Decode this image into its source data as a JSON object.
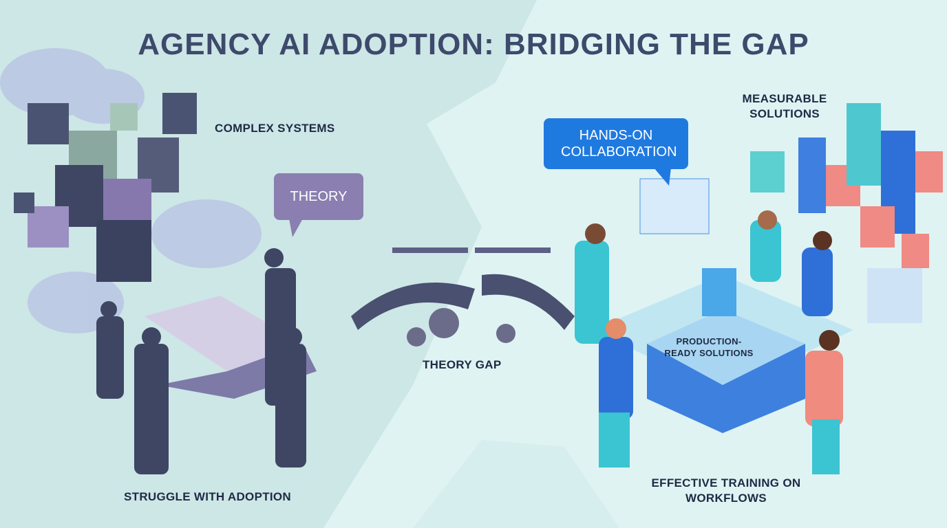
{
  "title": "AGENCY AI ADOPTION: BRIDGING THE GAP",
  "left": {
    "complex_systems": "COMPLEX SYSTEMS",
    "theory_bubble": "THEORY",
    "struggle": "STRUGGLE WITH ADOPTION"
  },
  "center": {
    "theory_gap": "THEORY GAP"
  },
  "right": {
    "hands_on": "HANDS-ON COLLABORATION",
    "measurable": "MEASURABLE SOLUTIONS",
    "production_ready": "PRODUCTION-READY SOLUTIONS",
    "effective_training": "EFFECTIVE TRAINING ON WORKFLOWS"
  },
  "colors": {
    "left_bg": "#cde6e6",
    "right_bg": "#e4f6f6",
    "title": "#3d4a6b",
    "theory_bubble": "#8a7fb0",
    "hands_on_bubble": "#1f7ae0"
  }
}
